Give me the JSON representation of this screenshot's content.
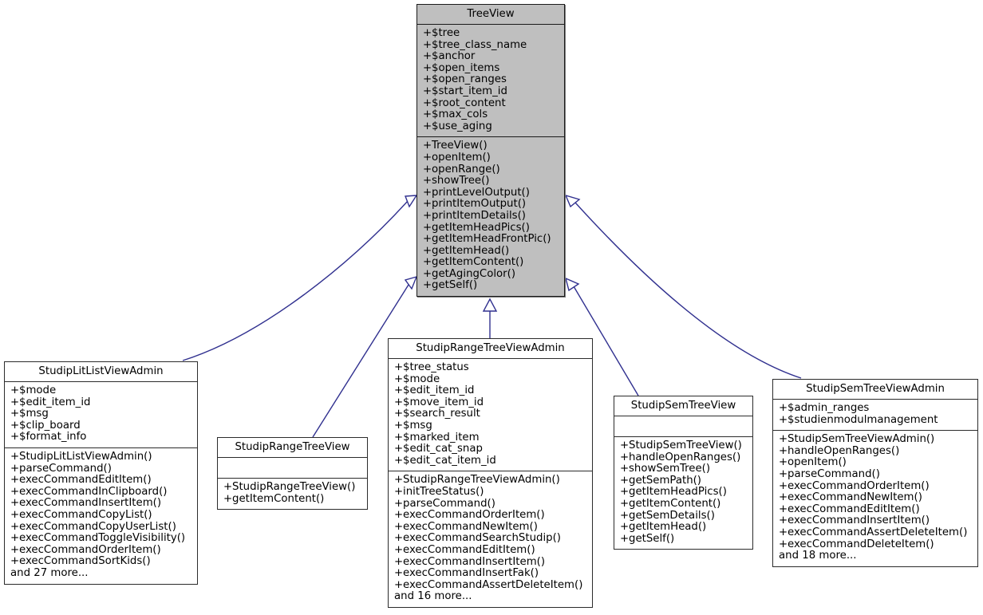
{
  "diagram": {
    "type": "uml-class-inheritance",
    "background": "#ffffff",
    "edge_color": "#30308f",
    "root_fill": "#bfbfbf",
    "node_fill": "#ffffff",
    "border_color": "#2b2b2b"
  },
  "nodes": {
    "treeview": {
      "title": "TreeView",
      "attributes": [
        "+ $tree",
        "+ $tree_class_name",
        "+ $anchor",
        "+ $open_items",
        "+ $open_ranges",
        "+ $start_item_id",
        "+ $root_content",
        "+ $max_cols",
        "+ $use_aging"
      ],
      "methods": [
        "+ TreeView()",
        "+ openItem()",
        "+ openRange()",
        "+ showTree()",
        "+ printLevelOutput()",
        "+ printItemOutput()",
        "+ printItemDetails()",
        "+ getItemHeadPics()",
        "+ getItemHeadFrontPic()",
        "+ getItemHead()",
        "+ getItemContent()",
        "+ getAgingColor()",
        "+ getSelf()"
      ],
      "more": ""
    },
    "litlistviewadmin": {
      "title": "StudipLitListViewAdmin",
      "attributes": [
        "+ $mode",
        "+ $edit_item_id",
        "+ $msg",
        "+ $clip_board",
        "+ $format_info"
      ],
      "methods": [
        "+ StudipLitListViewAdmin()",
        "+ parseCommand()",
        "+ execCommandEditItem()",
        "+ execCommandInClipboard()",
        "+ execCommandInsertItem()",
        "+ execCommandCopyList()",
        "+ execCommandCopyUserList()",
        "+ execCommandToggleVisibility()",
        "+ execCommandOrderItem()",
        "+ execCommandSortKids()"
      ],
      "more": "and 27 more..."
    },
    "rangetreeview": {
      "title": "StudipRangeTreeView",
      "attributes": [],
      "methods": [
        "+ StudipRangeTreeView()",
        "+ getItemContent()"
      ],
      "more": ""
    },
    "rangetreeviewadmin": {
      "title": "StudipRangeTreeViewAdmin",
      "attributes": [
        "+ $tree_status",
        "+ $mode",
        "+ $edit_item_id",
        "+ $move_item_id",
        "+ $search_result",
        "+ $msg",
        "+ $marked_item",
        "+ $edit_cat_snap",
        "+ $edit_cat_item_id"
      ],
      "methods": [
        "+ StudipRangeTreeViewAdmin()",
        "+ initTreeStatus()",
        "+ parseCommand()",
        "+ execCommandOrderItem()",
        "+ execCommandNewItem()",
        "+ execCommandSearchStudip()",
        "+ execCommandEditItem()",
        "+ execCommandInsertItem()",
        "+ execCommandInsertFak()",
        "+ execCommandAssertDeleteItem()"
      ],
      "more": "and 16 more..."
    },
    "semtreeview": {
      "title": "StudipSemTreeView",
      "attributes": [],
      "methods": [
        "+ StudipSemTreeView()",
        "+ handleOpenRanges()",
        "+ showSemTree()",
        "+ getSemPath()",
        "+ getItemHeadPics()",
        "+ getItemContent()",
        "+ getSemDetails()",
        "+ getItemHead()",
        "+ getSelf()"
      ],
      "more": ""
    },
    "semtreeviewadmin": {
      "title": "StudipSemTreeViewAdmin",
      "attributes": [
        "+ $admin_ranges",
        "+ $studienmodulmanagement"
      ],
      "methods": [
        "+ StudipSemTreeViewAdmin()",
        "+ handleOpenRanges()",
        "+ openItem()",
        "+ parseCommand()",
        "+ execCommandOrderItem()",
        "+ execCommandNewItem()",
        "+ execCommandEditItem()",
        "+ execCommandInsertItem()",
        "+ execCommandAssertDeleteItem()",
        "+ execCommandDeleteItem()"
      ],
      "more": "and 18 more..."
    }
  },
  "edges": [
    {
      "from": "litlistviewadmin",
      "to": "treeview",
      "kind": "inheritance"
    },
    {
      "from": "rangetreeview",
      "to": "treeview",
      "kind": "inheritance"
    },
    {
      "from": "rangetreeviewadmin",
      "to": "treeview",
      "kind": "inheritance"
    },
    {
      "from": "semtreeview",
      "to": "treeview",
      "kind": "inheritance"
    },
    {
      "from": "semtreeviewadmin",
      "to": "treeview",
      "kind": "inheritance"
    }
  ]
}
